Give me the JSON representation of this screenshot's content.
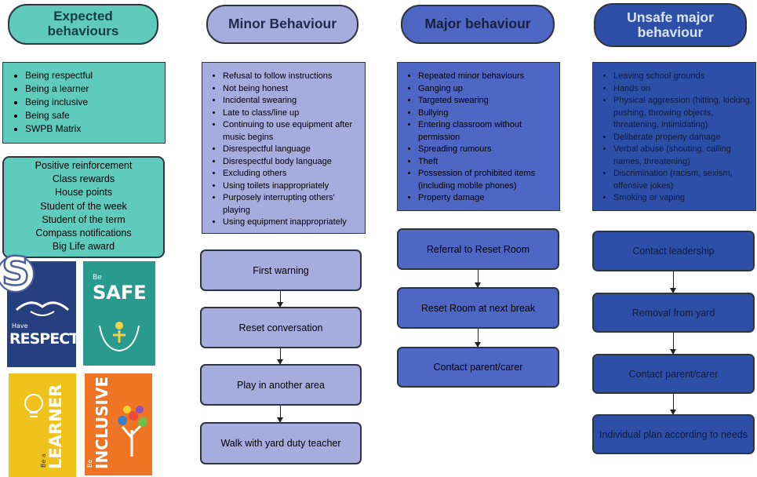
{
  "colors": {
    "expected": "#5ecbbd",
    "minor": "#a7acdf",
    "major": "#4f67c4",
    "unsafe": "#2e4fa8",
    "border": "#2d3540"
  },
  "columns": {
    "expected": {
      "title": "Expected behaviours",
      "items": [
        "Being respectful",
        "Being a learner",
        "Being inclusive",
        "Being safe",
        "SWPB Matrix"
      ],
      "reinforcement": [
        "Positive reinforcement",
        "Class rewards",
        "House points",
        "Student of the week",
        "Student of the term",
        "Compass notifications",
        "Big Life award"
      ]
    },
    "minor": {
      "title": "Minor Behaviour",
      "items": [
        "Refusal to follow instructions",
        "Not being honest",
        "Incidental swearing",
        "Late to class/line up",
        "Continuing to use equipment after music begins",
        "Disrespectful language",
        "Disrespectful body language",
        "Excluding others",
        "Using toilets inappropriately",
        "Purposely interrupting others' playing",
        "Using equipment inappropriately"
      ],
      "steps": [
        "First warning",
        "Reset conversation",
        "Play in another area",
        "Walk with yard duty teacher"
      ]
    },
    "major": {
      "title": "Major behaviour",
      "items": [
        "Repeated minor behaviours",
        "Ganging up",
        "Targeted swearing",
        "Bullying",
        "Entering classroom without permission",
        "Spreading rumours",
        "Theft",
        "Possession of prohibited items (including mobile phones)",
        "Property damage"
      ],
      "steps": [
        "Referral to Reset Room",
        "Reset Room at next break",
        "Contact parent/carer"
      ]
    },
    "unsafe": {
      "title": "Unsafe major behaviour",
      "items": [
        "Leaving school grounds",
        "Hands on",
        "Physical aggression (hitting, kicking, pushing, throwing objects, threatening, intimidating)",
        "Deliberate property damage",
        "Verbal abuse (shouting, calling names, threatening)",
        "Discrimination (racism, sexism, offensive jokes)",
        "Smoking or vaping"
      ],
      "steps": [
        "Contact leadership",
        "Removal from yard",
        "Contact parent/carer",
        "Individual plan according to needs"
      ]
    }
  },
  "posters": [
    {
      "word": "RESPECT",
      "prefix": "Have",
      "color": "#26407f"
    },
    {
      "word": "SAFE",
      "prefix": "Be",
      "color": "#2a9a8e"
    },
    {
      "word": "LEARNER",
      "prefix": "Be a",
      "color": "#f0c21c"
    },
    {
      "word": "INCLUSIVE",
      "prefix": "Be",
      "color": "#ef7524"
    }
  ],
  "badge_letter": "S"
}
